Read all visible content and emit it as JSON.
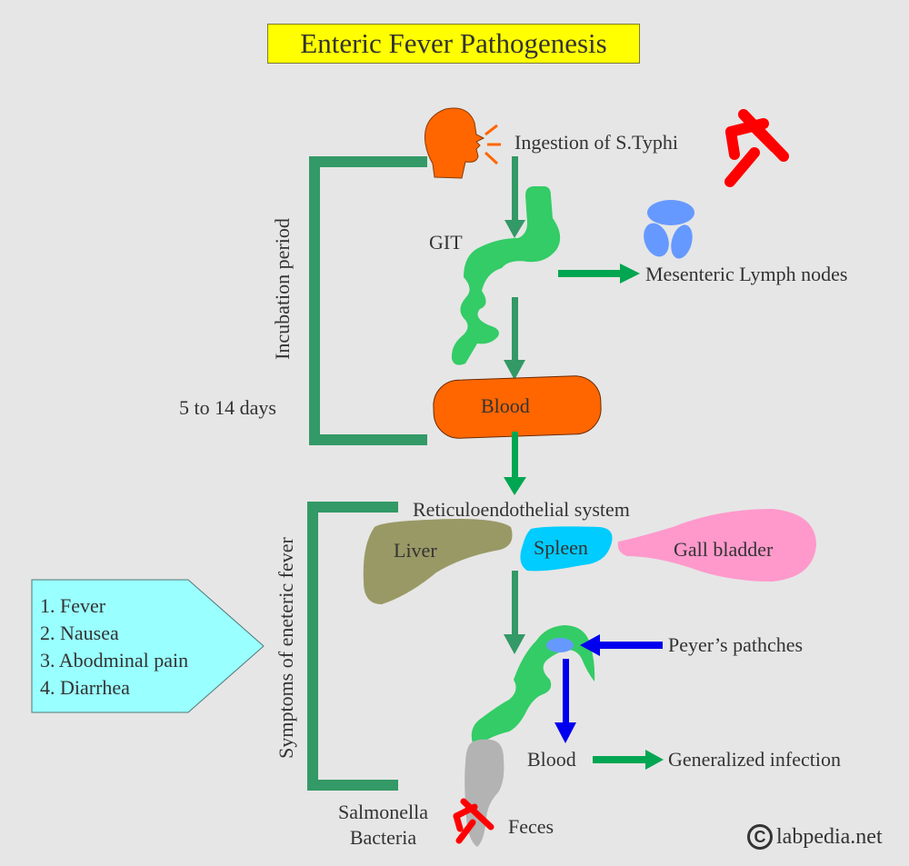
{
  "title": "Enteric Fever Pathogenesis",
  "colors": {
    "background": "#e6e6e6",
    "title_bg": "#ffff00",
    "bracket": "#339966",
    "arrow_green": "#00a651",
    "arrow_dark_green": "#339966",
    "arrow_blue": "#0000ee",
    "intestine": "#33cc66",
    "blood_box": "#ff6600",
    "head": "#ff6600",
    "bacteria": "#ff0000",
    "lymph_nodes": "#6699ff",
    "liver": "#999966",
    "spleen": "#00ccff",
    "gall_bladder": "#ff99cc",
    "feces": "#b3b3b3",
    "symptom_box": "#99ffff"
  },
  "nodes": {
    "ingestion": "Ingestion of S.Typhi",
    "git": "GIT",
    "mesenteric": "Mesenteric Lymph nodes",
    "blood_top": "Blood",
    "res": "Reticuloendothelial system",
    "liver": "Liver",
    "spleen": "Spleen",
    "gall_bladder": "Gall bladder",
    "peyers": "Peyer’s pathches",
    "blood_bottom": "Blood",
    "generalized": "Generalized infection",
    "feces": "Feces",
    "salmonella_line1": "Salmonella",
    "salmonella_line2": "Bacteria"
  },
  "brackets": {
    "incubation_label": "Incubation period",
    "incubation_duration": "5 to 14 days",
    "symptoms_label": "Symptoms of eneteric fever"
  },
  "symptoms": [
    "1. Fever",
    "2. Nausea",
    "3. Abodminal pain",
    "4. Diarrhea"
  ],
  "icons": {
    "head": "speaking-head-icon",
    "bacteria": "bacteria-icon",
    "lymph": "lymph-nodes-icon",
    "copyright": "copyright-icon"
  },
  "watermark": {
    "symbol": "C",
    "text": "labpedia.net"
  }
}
